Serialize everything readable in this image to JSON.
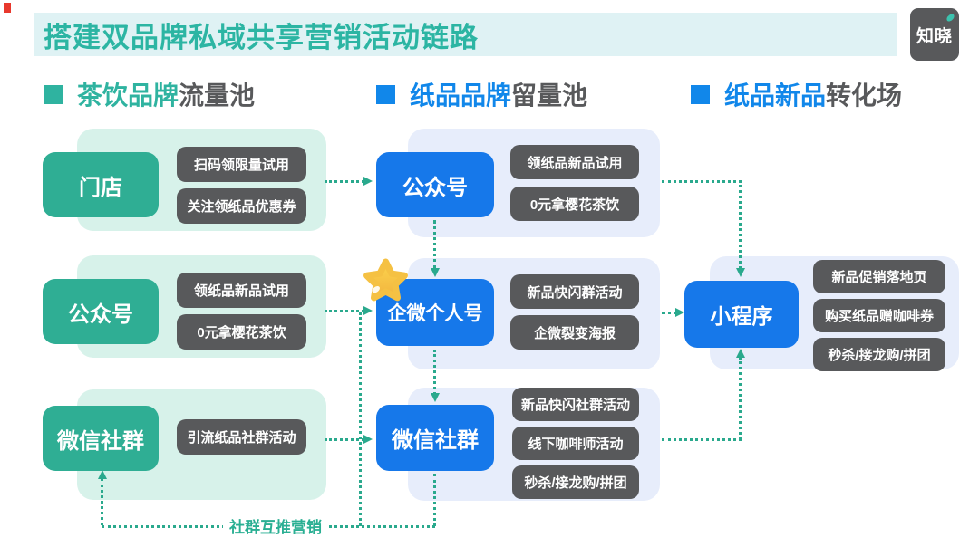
{
  "page": {
    "title": "搭建双品牌私域共享营销活动链路",
    "logo_text": "知晓"
  },
  "headers": [
    {
      "highlight": "茶饮品牌",
      "rest": "流量池",
      "highlight_color": "#2fb3a0",
      "bullet_color": "#2fb3a0"
    },
    {
      "highlight": "纸品品牌",
      "rest": "留量池",
      "highlight_color": "#1187ea",
      "bullet_color": "#1187ea"
    },
    {
      "highlight": "纸品新品",
      "rest": "转化场",
      "highlight_color": "#1187ea",
      "bullet_color": "#1187ea"
    }
  ],
  "left_groups": [
    {
      "node": "门店",
      "tags": [
        "扫码领限量试用",
        "关注领纸品优惠券"
      ]
    },
    {
      "node": "公众号",
      "tags": [
        "领纸品新品试用",
        "0元拿樱花茶饮"
      ]
    },
    {
      "node": "微信社群",
      "tags": [
        "引流纸品社群活动"
      ]
    }
  ],
  "middle_groups": [
    {
      "node": "公众号",
      "tags": [
        "领纸品新品试用",
        "0元拿樱花茶饮"
      ]
    },
    {
      "node": "企微个人号",
      "starred": true,
      "tags": [
        "新品快闪群活动",
        "企微裂变海报"
      ]
    },
    {
      "node": "微信社群",
      "tags": [
        "新品快闪社群活动",
        "线下咖啡师活动",
        "秒杀/接龙购/拼团"
      ]
    }
  ],
  "right_group": {
    "node": "小程序",
    "tags": [
      "新品促销落地页",
      "购买纸品赠咖啡券",
      "秒杀/接龙购/拼团"
    ]
  },
  "loop_label": "社群互推营销",
  "colors": {
    "title_text": "#2cb5a3",
    "title_band": "#dff2f4",
    "teal_node": "#2fae94",
    "blue_node": "#1678ea",
    "header_blue": "#1187ea",
    "header_teal": "#2fb3a0",
    "tag_gray": "#58595b",
    "mint_panel": "#d7f2ea",
    "periwinkle_panel": "#e7edfb",
    "connector": "#2aa98d",
    "star_yellow": "#f6c445",
    "red_mark": "#e8382d",
    "logo_bg": "#58595b"
  }
}
